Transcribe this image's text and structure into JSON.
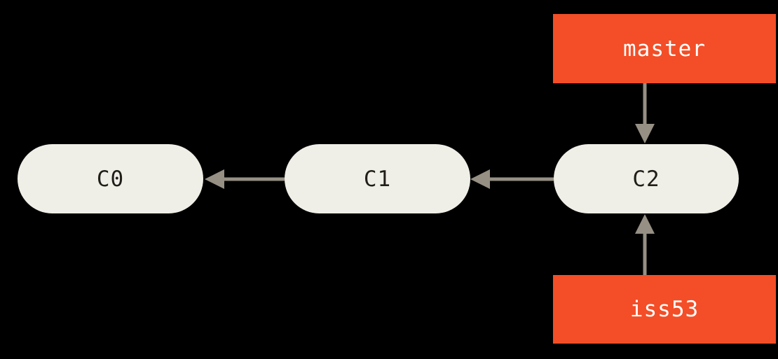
{
  "diagram": {
    "type": "git-commit-graph",
    "background_color": "#000000",
    "colors": {
      "commit_fill": "#f0efe7",
      "commit_text": "#211e1a",
      "branch_label_fill": "#f34e27",
      "branch_label_text": "#ffffff",
      "arrow": "#968f84"
    },
    "commits": [
      {
        "id": "c0",
        "label": "C0"
      },
      {
        "id": "c1",
        "label": "C1"
      },
      {
        "id": "c2",
        "label": "C2"
      }
    ],
    "branches": [
      {
        "name": "master",
        "points_to": "C2",
        "position": "above"
      },
      {
        "name": "iss53",
        "points_to": "C2",
        "position": "below"
      }
    ],
    "edges": [
      {
        "from": "C1",
        "to": "C0",
        "kind": "parent-pointer"
      },
      {
        "from": "C2",
        "to": "C1",
        "kind": "parent-pointer"
      },
      {
        "from": "master",
        "to": "C2",
        "kind": "ref-pointer"
      },
      {
        "from": "iss53",
        "to": "C2",
        "kind": "ref-pointer"
      }
    ]
  }
}
